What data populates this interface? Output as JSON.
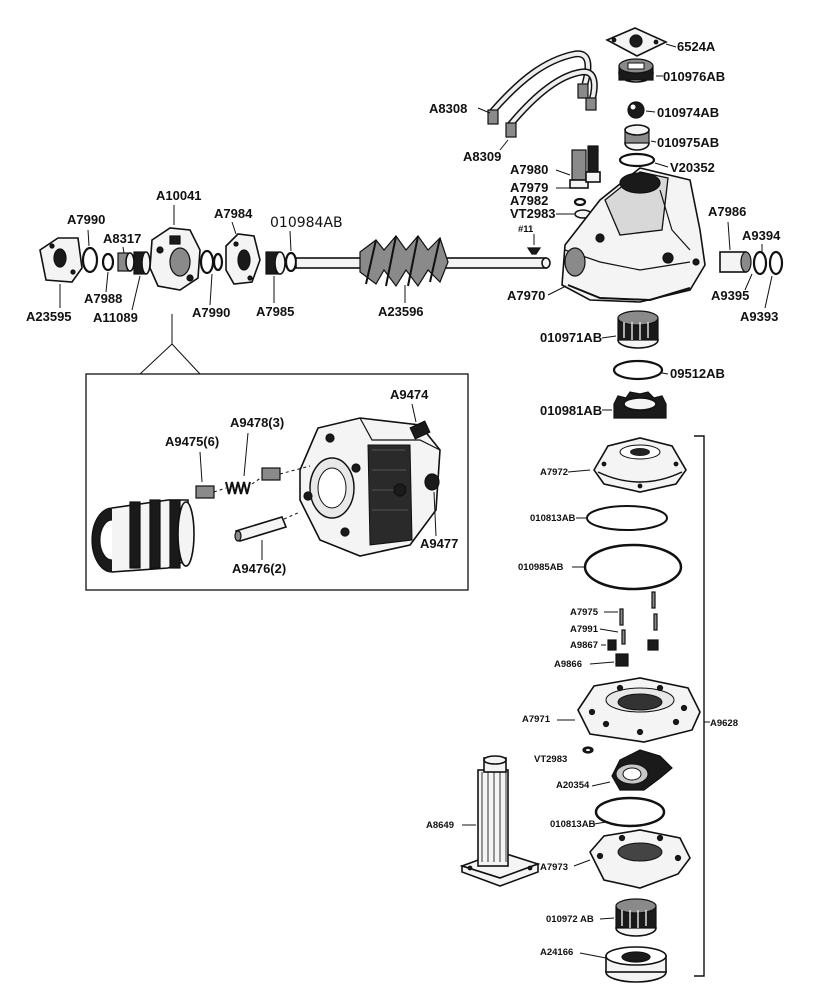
{
  "labels": {
    "p6524A": "6524A",
    "p010976AB": "010976AB",
    "p010974AB": "010974AB",
    "p010975AB": "010975AB",
    "pV20352": "V20352",
    "pA8308": "A8308",
    "pA8309": "A8309",
    "pA7980": "A7980",
    "pA7979": "A7979",
    "pA7982": "A7982",
    "pVT2983": "VT2983",
    "pNo11": "#11",
    "pA7986": "A7986",
    "pA9394": "A9394",
    "pA7970": "A7970",
    "pA9395": "A9395",
    "pA9393": "A9393",
    "pA7990a": "A7990",
    "pA8317": "A8317",
    "pA10041": "A10041",
    "pA7984": "A7984",
    "p010984AB": "010984AB",
    "pA7988": "A7988",
    "pA23595": "A23595",
    "pA11089": "A11089",
    "pA7990b": "A7990",
    "pA7985": "A7985",
    "pA23596": "A23596",
    "p010971AB": "010971AB",
    "p09512AB": "09512AB",
    "p010981AB": "010981AB",
    "pA9474": "A9474",
    "pA9478": "A9478(3)",
    "pA9475": "A9475(6)",
    "pA9477": "A9477",
    "pA9476": "A9476(2)",
    "pA7972": "A7972",
    "p010813ABa": "010813AB",
    "p010985AB": "010985AB",
    "pA7975": "A7975",
    "pA7991": "A7991",
    "pA9867": "A9867",
    "pA9866": "A9866",
    "pA7971": "A7971",
    "pA9628": "A9628",
    "pVT2983b": "VT2983",
    "pA20354": "A20354",
    "pA8649": "A8649",
    "p010813ABb": "010813AB",
    "pA7973": "A7973",
    "p010972AB": "010972 AB",
    "pA24166": "A24166"
  }
}
